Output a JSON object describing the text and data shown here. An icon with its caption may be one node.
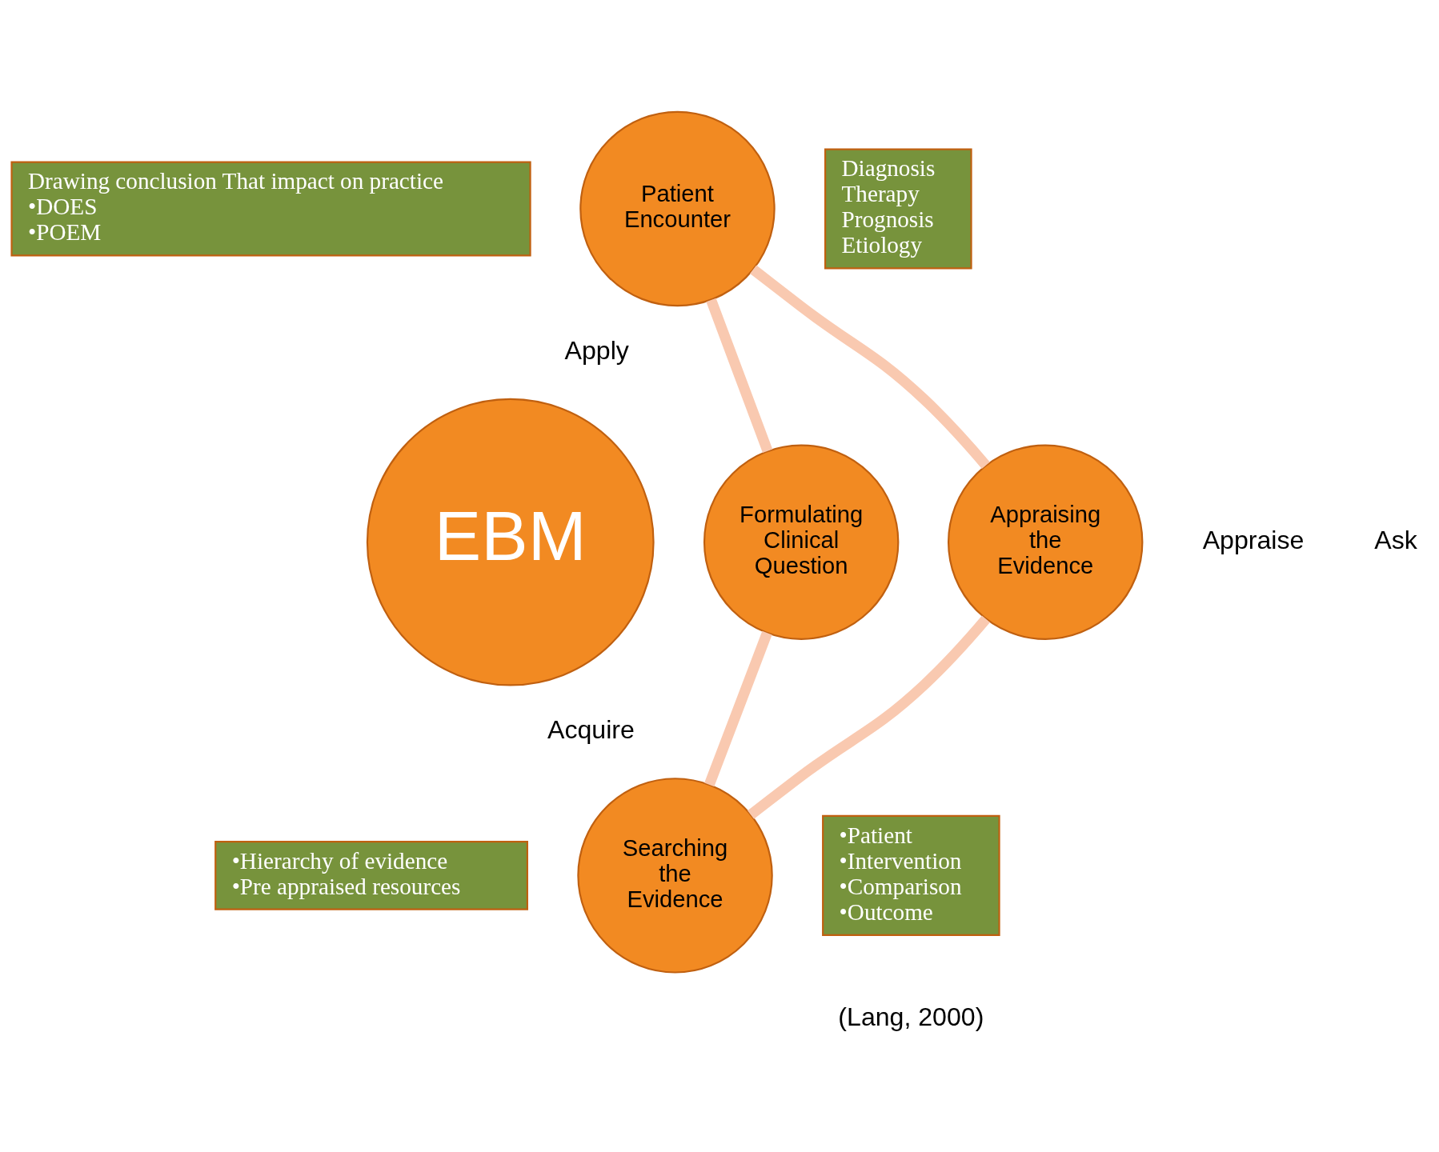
{
  "diagram": {
    "nodes": [
      {
        "text": [
          "EBM"
        ]
      },
      {
        "text": [
          "Patient Encounter"
        ]
      },
      {
        "text": [
          "Formulating Clinical Question"
        ]
      },
      {
        "text": [
          "Searching the Evidence"
        ]
      },
      {
        "text": [
          "Appraising the Evidence"
        ]
      },
      {
        "text": [
          "Drawing conclusion That impact on practice",
          "•DOES",
          "•POEM"
        ]
      },
      {
        "text": [
          "Diagnosis",
          "Therapy",
          "Prognosis",
          "Etiology"
        ]
      },
      {
        "text": [
          "•Hierarchy of evidence",
          "•Pre appraised resources"
        ]
      },
      {
        "text": [
          "•Patient",
          "•Intervention",
          "•Comparison",
          "•Outcome"
        ]
      }
    ],
    "edges": [
      {
        "from": 1,
        "to": 2,
        "arrow": "none"
      },
      {
        "from": 2,
        "to": 3,
        "arrow": "none"
      },
      {
        "from": 3,
        "to": 4,
        "arrow": "none"
      },
      {
        "from": 4,
        "to": 1,
        "arrow": "none"
      }
    ],
    "labels": [
      "Apply",
      "Appraise",
      "Ask",
      "Acquire",
      "(Lang, 2000)"
    ]
  }
}
